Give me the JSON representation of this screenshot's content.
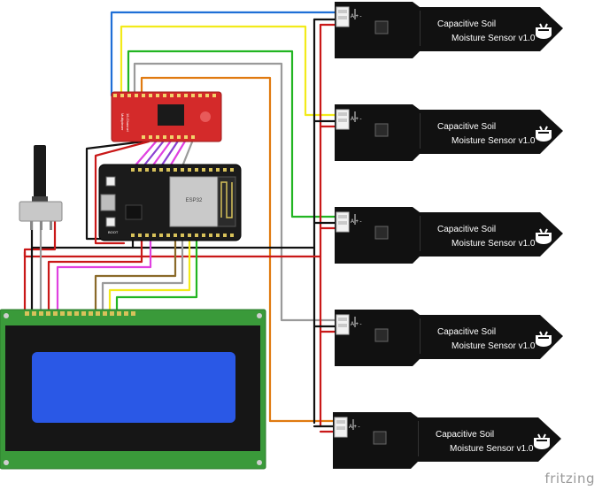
{
  "sensor": {
    "title_line1": "Capacitive Soil",
    "title_line2": "Moisture Sensor v1.0",
    "pin_text": "A + -"
  },
  "mux": {
    "label_line1": "16-Channel",
    "label_line2": "Multiplexer"
  },
  "esp32": {
    "chip_label": "ESP32",
    "button_label": "BOOT"
  },
  "watermark": "fritzing",
  "wire_colors": {
    "blue": "#1f6fd6",
    "yellow": "#f2ea1a",
    "green": "#22b522",
    "grey": "#9a9a9a",
    "orange": "#e07a10",
    "red": "#c91818",
    "black": "#111111",
    "magenta": "#e040e0",
    "purple": "#8a3fd1",
    "brown": "#8a6a2a"
  }
}
